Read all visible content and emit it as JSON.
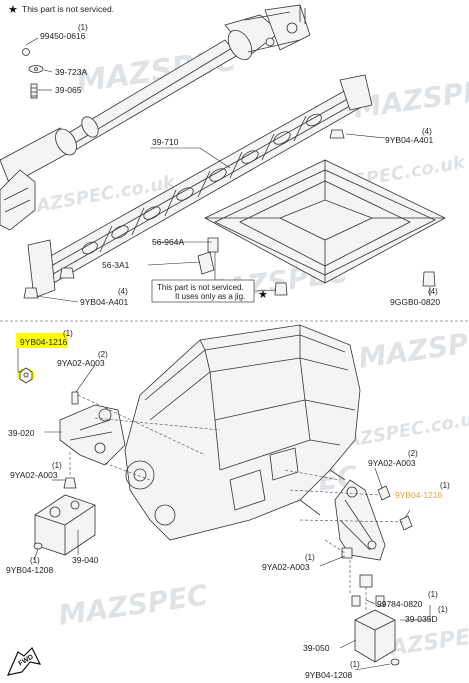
{
  "notes": {
    "not_serviced_top": "This part is not serviced.",
    "jig_note_line1": "This part is not serviced.",
    "jig_note_line2": "It uses only as a jig."
  },
  "watermark": {
    "brand": "MAZSPEC",
    "site": "MAZSPEC.co.uk"
  },
  "fwd_label": "FWD",
  "top_labels": {
    "p99450": {
      "qty": "(1)",
      "code": "99450-0616"
    },
    "p39_723A": "39-723A",
    "p39_065": "39-065",
    "p39_710": "39-710",
    "p9YB04_A401_right": {
      "qty": "(4)",
      "code": "9YB04-A401"
    },
    "p56_964A": "56-964A",
    "p56_3A1": "56-3A1",
    "p9YB04_A401_left": {
      "qty": "(4)",
      "code": "9YB04-A401"
    },
    "p9GGB0": {
      "qty": "(4)",
      "code": "9GGB0-0820"
    }
  },
  "bottom_labels": {
    "p9YB04_1216_left": {
      "qty": "(1)",
      "code": "9YB04-1216",
      "highlight": "#ffff00"
    },
    "p9YA02_A003_top": {
      "qty": "(2)",
      "code": "9YA02-A003"
    },
    "p39_020": "39-020",
    "p9YA02_A003_left": {
      "qty": "(1)",
      "code": "9YA02-A003"
    },
    "p39_040": "39-040",
    "p9YB04_1208_left": {
      "qty": "(1)",
      "code": "9YB04-1208"
    },
    "p9YA02_A003_right": {
      "qty": "(2)",
      "code": "9YA02-A003"
    },
    "p9YB04_1216_right": {
      "qty": "(1)",
      "code": "9YB04-1216",
      "color": "#e8a23a"
    },
    "p9YA02_A003_bottom": {
      "qty": "(1)",
      "code": "9YA02-A003"
    },
    "p99784": {
      "qty": "(1)",
      "code": "99784-0820"
    },
    "p39_035D": {
      "qty": "(1)",
      "code": "39-035D"
    },
    "p39_050": "39-050",
    "p9YB04_1208_bottom": {
      "qty": "(1)",
      "code": "9YB04-1208"
    }
  }
}
